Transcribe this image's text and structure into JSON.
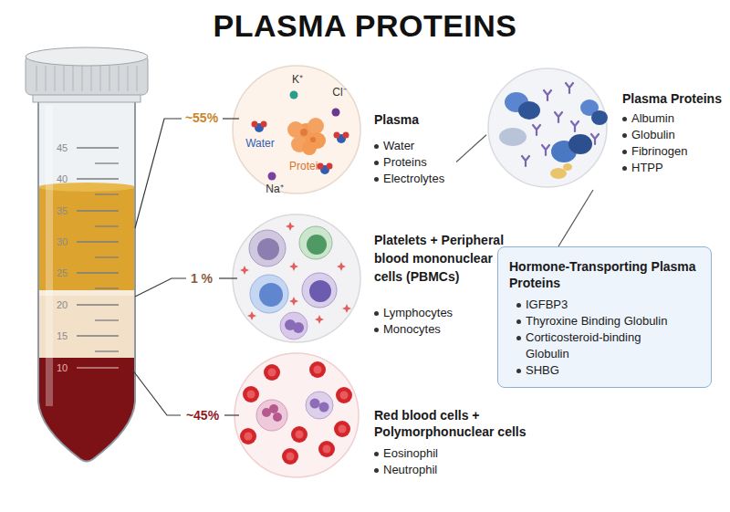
{
  "diagram": {
    "title": "PLASMA PROTEINS",
    "nodes": [
      {
        "text": [
          "K⁺",
          "Cl⁻",
          "Water",
          "Protein",
          "Na⁺",
          "Plasma",
          "Water",
          "Proteins",
          "Electrolytes"
        ]
      },
      {
        "text": [
          "Plasma Proteins",
          "Albumin",
          "Globulin",
          "Fibrinogen",
          "HTPP"
        ]
      },
      {
        "text": [
          "Platelets + Peripheral blood mononuclear cells (PBMCs)",
          "Lymphocytes",
          "Monocytes"
        ]
      },
      {
        "text": [
          "Hormone-Transporting Plasma Proteins",
          "IGFBP3",
          "Thyroxine Binding Globulin",
          "Corticosteroid-binding Globulin",
          "SHBG"
        ]
      },
      {
        "text": [
          "Red blood cells + Polymorphonuclear cells",
          "Eosinophil",
          "Neutrophil"
        ]
      }
    ],
    "edges": [
      {
        "from": 0,
        "to": 1,
        "arrow": "none"
      },
      {
        "from": 1,
        "to": 3,
        "arrow": "none"
      }
    ],
    "labels": [
      "45",
      "40",
      "35",
      "30",
      "25",
      "20",
      "15",
      "10",
      "~55%",
      "1 %",
      "~45%"
    ]
  }
}
